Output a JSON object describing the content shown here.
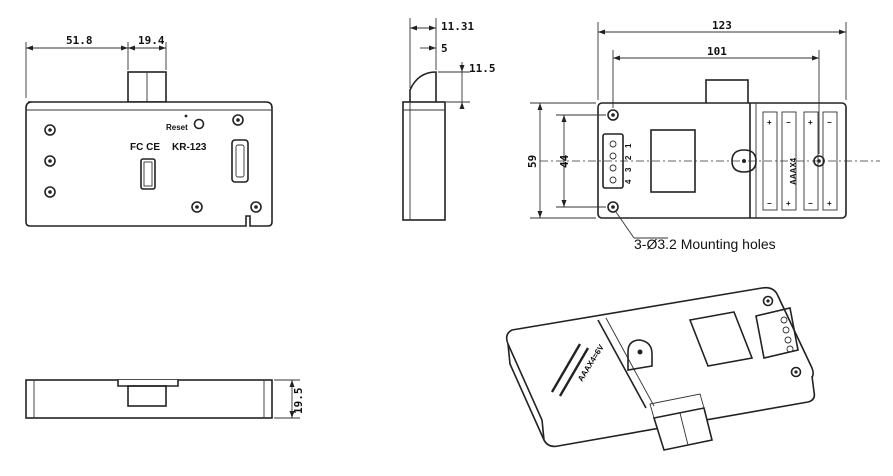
{
  "dimensions": {
    "front_left_offset": "51.8",
    "front_latch_width": "19.4",
    "side_total_depth": "11.31",
    "side_step": "5",
    "side_latch_height": "11.5",
    "back_total_width": "123",
    "back_hole_span": "101",
    "back_total_height": "59",
    "back_hole_pitch": "44",
    "bottom_height": "19.5"
  },
  "front_labels": {
    "reset": "Reset",
    "cert": "FC CE",
    "model": "KR-123"
  },
  "connector_pins": [
    "4",
    "3",
    "2",
    "1"
  ],
  "battery_label": "AAAX4",
  "mounting_note": "3-Ø3.2 Mounting holes",
  "iso_battery_label": "AAAX4=6V"
}
